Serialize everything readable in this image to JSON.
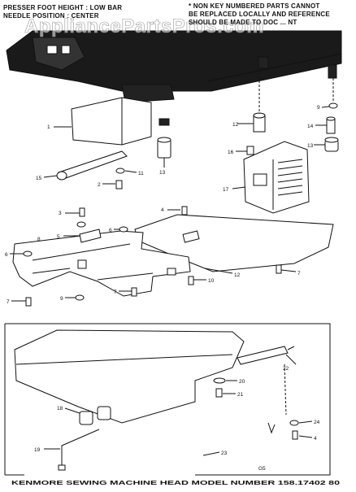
{
  "watermark": "AppliancePartsPros.com",
  "notes": {
    "left": [
      "PRESSER FOOT HEIGHT : LOW BAR",
      "NEEDLE POSITION : CENTER"
    ],
    "right": [
      "* NON KEY NUMBERED PARTS CANNOT",
      "BE REPLACED LOCALLY AND REFERENCE",
      "SHOULD BE MADE TO DOC ... NT"
    ]
  },
  "callouts": [
    "1",
    "2",
    "3",
    "4",
    "5",
    "6",
    "7",
    "8",
    "9",
    "10",
    "11",
    "12",
    "13",
    "14",
    "15",
    "16",
    "17",
    "18",
    "19",
    "20",
    "21",
    "22",
    "23",
    "24"
  ],
  "page_marker": "G5",
  "footer": "KENMORE SEWING MACHINE HEAD MODEL NUMBER 158.17402 80"
}
